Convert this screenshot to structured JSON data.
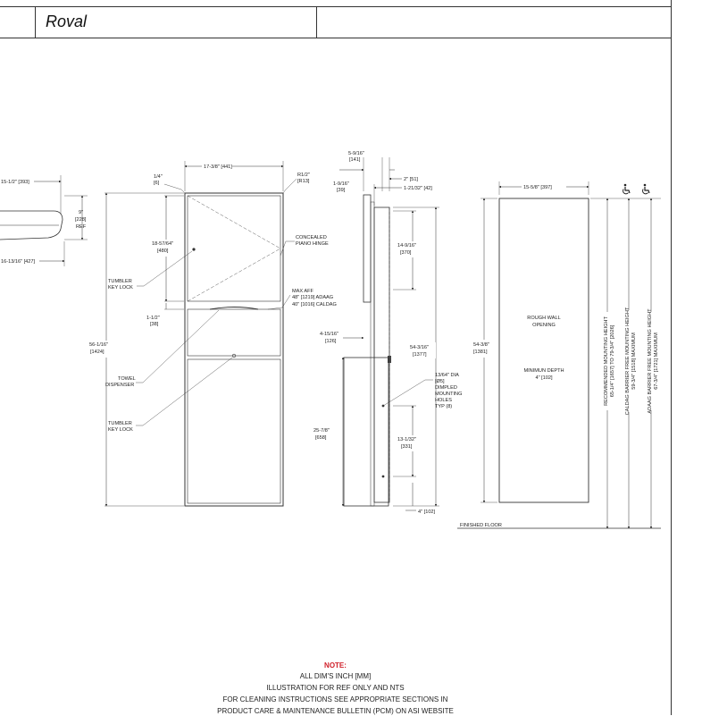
{
  "header": {
    "product_name": "Roval",
    "cell_right": ""
  },
  "top_view": {
    "width_top": "15-1/2\" [393]",
    "width_bottom": "16-13/16\" [427]",
    "depth": "9\"",
    "depth_mm": "[228]",
    "ref": "REF"
  },
  "front_view": {
    "overall_width": "17-3/8\" [441]",
    "lip": "1/4\"",
    "lip_mm": "[6]",
    "radius": "R1/2\"",
    "radius_mm": "[R13]",
    "upper_height": "18-57/64\"",
    "upper_height_mm": "[480]",
    "hinge_label": "CONCEALED",
    "hinge_label_2": "PIANO HINGE",
    "lock_upper": "TUMBLER",
    "lock_upper_2": "KEY LOCK",
    "max_aff": "MAX AFF",
    "max_aff_adaag": "48\" [1219] ADAAG",
    "max_aff_caldag": "40\" [1016] CALDAG",
    "gap": "1-1/2\"",
    "gap_mm": "[38]",
    "overall_height": "56-1/16\"",
    "overall_height_mm": "[1424]",
    "towel": "TOWEL",
    "towel_2": "DISPENSER",
    "lock_lower": "TUMBLER",
    "lock_lower_2": "KEY LOCK"
  },
  "side_view": {
    "depth_top": "5-9/16\"",
    "depth_top_mm": "[141]",
    "offset": "1-9/16\"",
    "offset_mm": "[39]",
    "dim_2": "2\" [51]",
    "dim_1_21": "1-21/32\" [42]",
    "upper_hole_span": "14-9/16\"",
    "upper_hole_span_mm": "[370]",
    "lower_depth": "4-15/16\"",
    "lower_depth_mm": "[126]",
    "recess_height": "54-3/16\"",
    "recess_height_mm": "[1377]",
    "hole_dia": "13/64\" DIA",
    "hole_dia_mm": "[Ø5]",
    "holes_1": "DIMPLED",
    "holes_2": "MOUNTING",
    "holes_3": "HOLES",
    "holes_4": "TYP (8)",
    "lower_height": "25-7/8\"",
    "lower_height_mm": "[658]",
    "lower_hole_span": "13-1/32\"",
    "lower_hole_span_mm": "[331]",
    "bottom_offset": "4\" [102]"
  },
  "wall_view": {
    "width": "15-5/8\" [397]",
    "height": "54-3/8\"",
    "height_mm": "[1381]",
    "opening_1": "ROUGH WALL",
    "opening_2": "OPENING",
    "depth_1": "MINIMUN DEPTH",
    "depth_2": "4\" [102]",
    "floor": "FINISHED FLOOR",
    "rec_height_1": "RECOMMENDED MOUNTING HEIGHT",
    "rec_height_2": "65-1/4\" [1657] TO 79-3/4\" [2026]",
    "caldag_1": "CALDAG BARRIER FREE MOUNTING HEIGHT",
    "caldag_2": "59-3/4\" [1518] MAXIMUM",
    "adaag_1": "ADAAG BARRIER FREE MOUNTING HEIGHT",
    "adaag_2": "67-3/4\" [1721] MAXIMUM",
    "accessibility_icon": "wheelchair-icon"
  },
  "notes": {
    "title": "NOTE:",
    "line1": "ALL DIM'S INCH [MM]",
    "line2": "ILLUSTRATION FOR REF ONLY AND NTS",
    "line3": "FOR CLEANING INSTRUCTIONS SEE APPROPRIATE SECTIONS IN",
    "line4": "PRODUCT CARE & MAINTENANCE BULLETIN (PCM) ON ASI WEBSITE"
  }
}
